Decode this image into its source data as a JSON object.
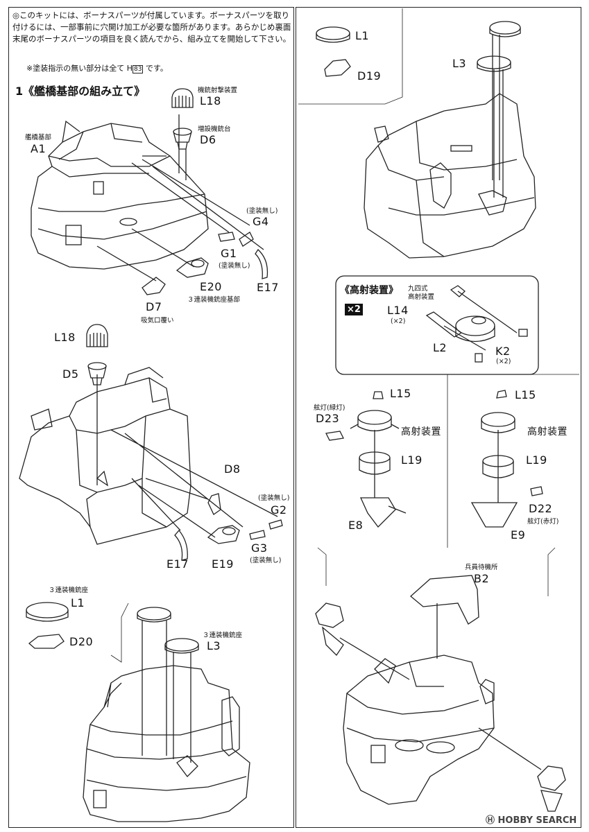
{
  "intro": {
    "line1": "◎このキットには、ボーナスパーツが付属しています。ボーナスパーツを取り",
    "line2": "付けるには、一部事前に穴開け加工が必要な箇所があります。あらかじめ裏面",
    "line3": "末尾のボーナスパーツの項目を良く読んでから、組み立てを開始して下さい。"
  },
  "paint_note": {
    "prefix": "※塗装指示の無い部分は全て H",
    "code": "83",
    "suffix": " です。"
  },
  "step1": {
    "title": "1《艦橋基部の組み立て》"
  },
  "parts": {
    "a1_name": "艦橋基部",
    "a1": "A1",
    "l18_name": "機銃射撃装置",
    "l18": "L18",
    "d6_name": "増設機銃台",
    "d6": "D6",
    "g4_note": "(塗装無し)",
    "g4": "G4",
    "g1": "G1",
    "g1_note": "(塗装無し)",
    "e17": "E17",
    "e20": "E20",
    "e20_name": "３連装機銃座基部",
    "d7": "D7",
    "d7_name": "吸気口覆い",
    "l18b": "L18",
    "d5": "D5",
    "d8": "D8",
    "g2_note": "(塗装無し)",
    "g2": "G2",
    "e17b": "E17",
    "e19": "E19",
    "g3": "G3",
    "g3_note": "(塗装無し)",
    "l1b_name": "３連装機銃座",
    "l1b": "L1",
    "d20": "D20",
    "l3b_name": "３連装機銃座",
    "l3b": "L3",
    "l1": "L1",
    "d19": "D19",
    "l3": "L3",
    "aa_title": "《高射装置》",
    "aa_x2": "×2",
    "aa_name1": "九四式",
    "aa_name2": "高射装置",
    "l14": "L14",
    "l14_note": "(×2)",
    "l2": "L2",
    "k2": "K2",
    "k2_note": "(×2)",
    "l15": "L15",
    "d23_name": "舷灯(緑灯)",
    "d23": "D23",
    "aa_dev": "高射装置",
    "l19": "L19",
    "e8": "E8",
    "l15b": "L15",
    "aa_dev_b": "高射装置",
    "l19b": "L19",
    "d22": "D22",
    "d22_name": "舷灯(赤灯)",
    "e9": "E9",
    "b2_name": "兵員待機所",
    "b2": "B2"
  },
  "watermark": "HOBBY SEARCH"
}
